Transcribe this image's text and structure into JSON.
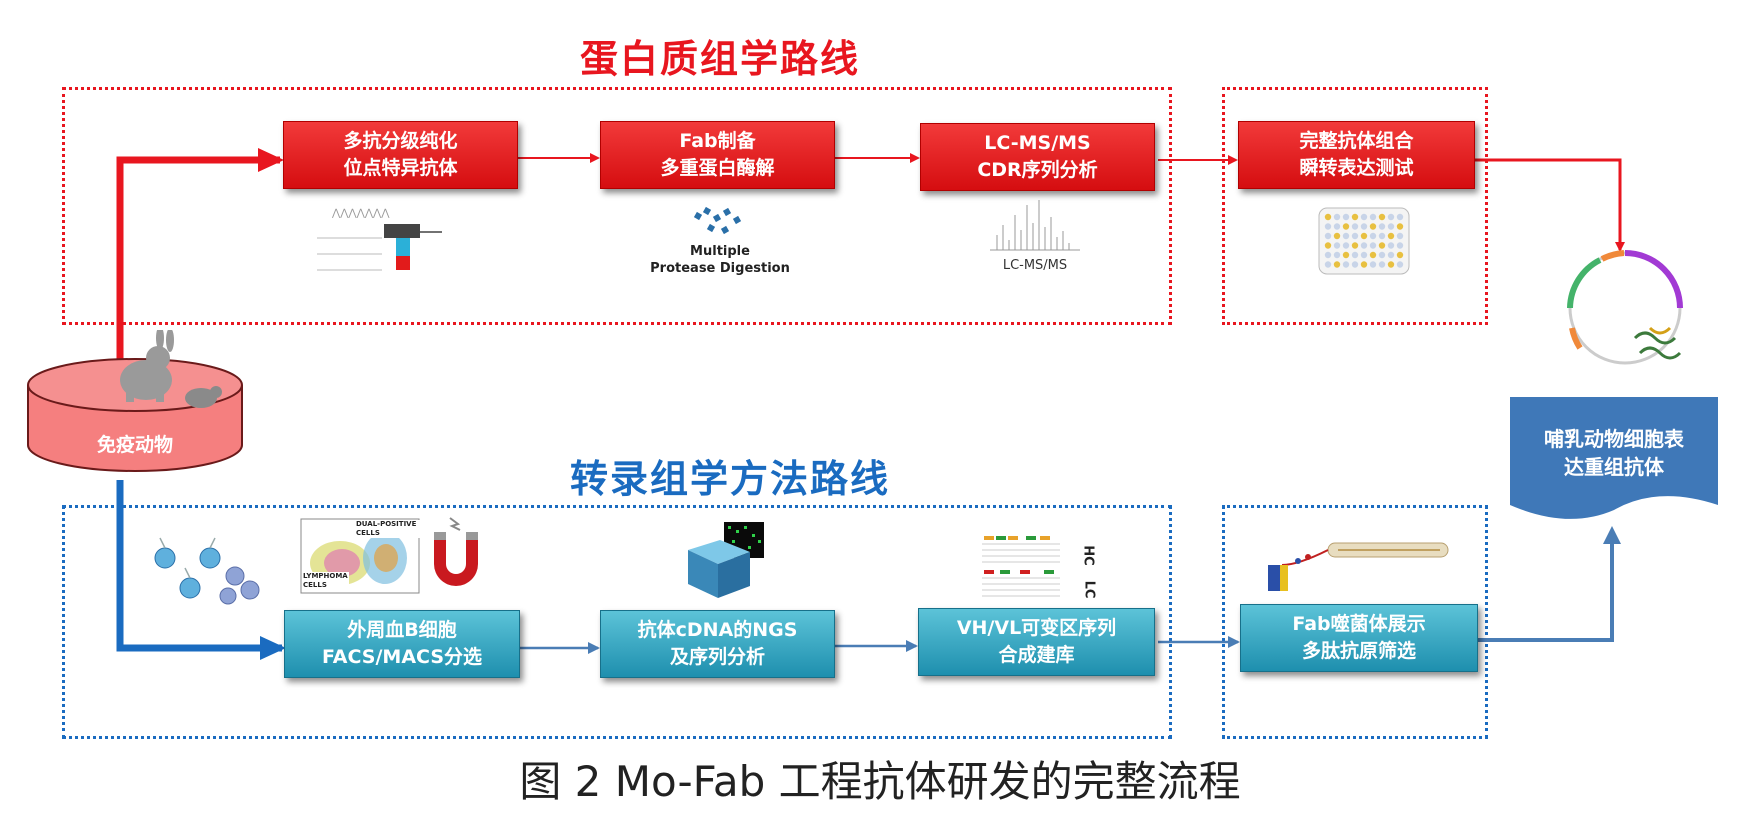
{
  "proteomics_route": {
    "title": "蛋白质组学路线",
    "boxes": [
      {
        "line1": "多抗分级纯化",
        "line2": "位点特异抗体"
      },
      {
        "line1": "Fab制备",
        "line2": "多重蛋白酶解"
      },
      {
        "line1": "LC-MS/MS",
        "line2": "CDR序列分析"
      },
      {
        "line1": "完整抗体组合",
        "line2": "瞬转表达测试"
      }
    ],
    "protease_caption_1": "Multiple",
    "protease_caption_2": "Protease Digestion",
    "lcms_caption": "LC-MS/MS"
  },
  "transcriptomics_route": {
    "title": "转录组学方法路线",
    "boxes": [
      {
        "line1": "外周血B细胞",
        "line2": "FACS/MACS分选"
      },
      {
        "line1": "抗体cDNA的NGS",
        "line2": "及序列分析"
      },
      {
        "line1": "VH/VL可变区序列",
        "line2": "合成建库"
      },
      {
        "line1": "Fab噬菌体展示",
        "line2": "多肽抗原筛选"
      }
    ],
    "facs_labels": {
      "dual": "DUAL-POSITIVE CELLS",
      "lymph": "LYMPHOMA CELLS"
    },
    "hc_label": "HC",
    "lc_label": "LC"
  },
  "immunized_animal": {
    "label": "免疫动物"
  },
  "expression": {
    "line1": "哺乳动物细胞表",
    "line2": "达重组抗体"
  },
  "caption": "图 2 Mo-Fab 工程抗体研发的完整流程",
  "colors": {
    "red": "#e8161f",
    "blue": "#1a6bc0",
    "teal": "#2aa3c0",
    "steel": "#4a7db5"
  }
}
